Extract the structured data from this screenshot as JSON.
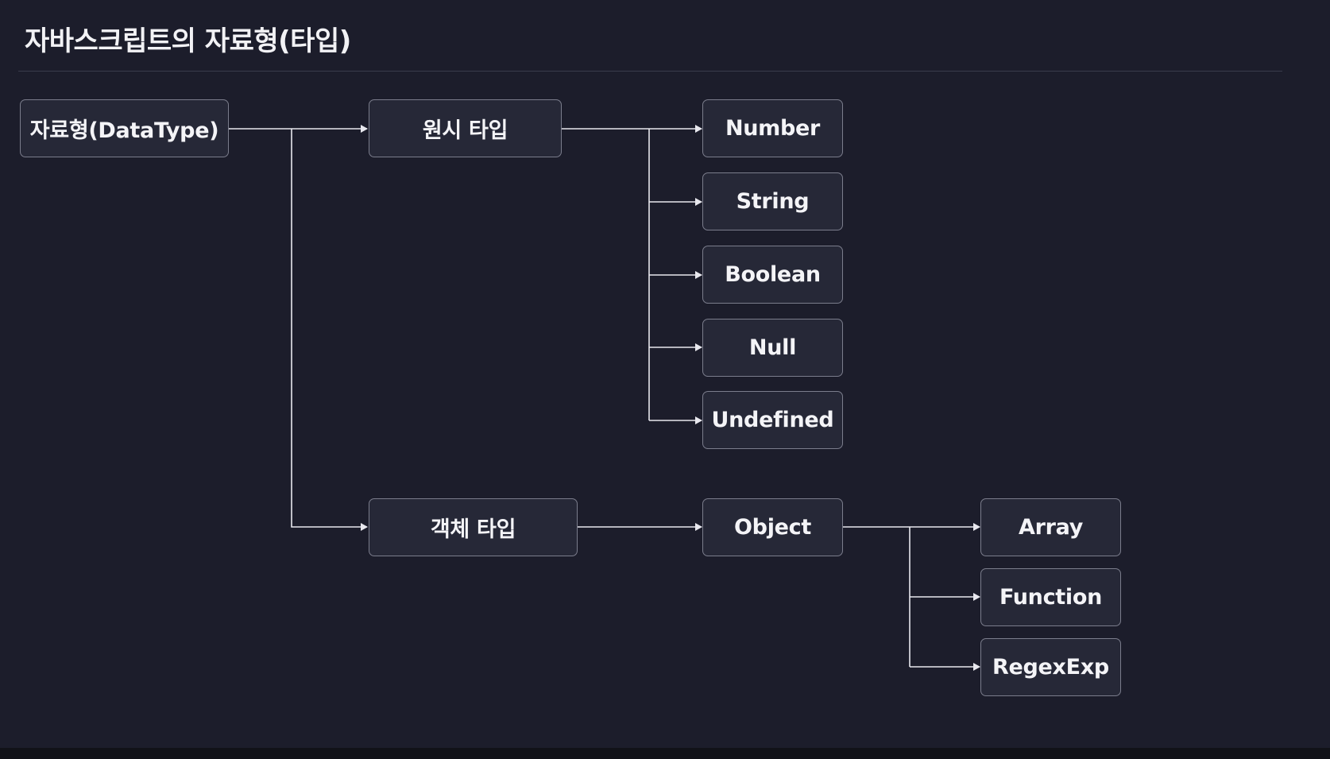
{
  "title": "자바스크립트의 자료형(타입)",
  "nodes": {
    "root": "자료형(DataType)",
    "primitive": "원시 타입",
    "object_type": "객체 타입",
    "number": "Number",
    "string": "String",
    "boolean": "Boolean",
    "null": "Null",
    "undefined": "Undefined",
    "object": "Object",
    "array": "Array",
    "function": "Function",
    "regexexp": "RegexExp"
  },
  "edges": [
    [
      "root",
      "primitive"
    ],
    [
      "root",
      "object_type"
    ],
    [
      "primitive",
      "number"
    ],
    [
      "primitive",
      "string"
    ],
    [
      "primitive",
      "boolean"
    ],
    [
      "primitive",
      "null"
    ],
    [
      "primitive",
      "undefined"
    ],
    [
      "object_type",
      "object"
    ],
    [
      "object",
      "array"
    ],
    [
      "object",
      "function"
    ],
    [
      "object",
      "regexexp"
    ]
  ],
  "colors": {
    "background": "#1c1d2b",
    "node_fill": "#262837",
    "node_border": "#7b7d8c",
    "line": "#e8e8ee",
    "text": "#f4f4f7"
  }
}
